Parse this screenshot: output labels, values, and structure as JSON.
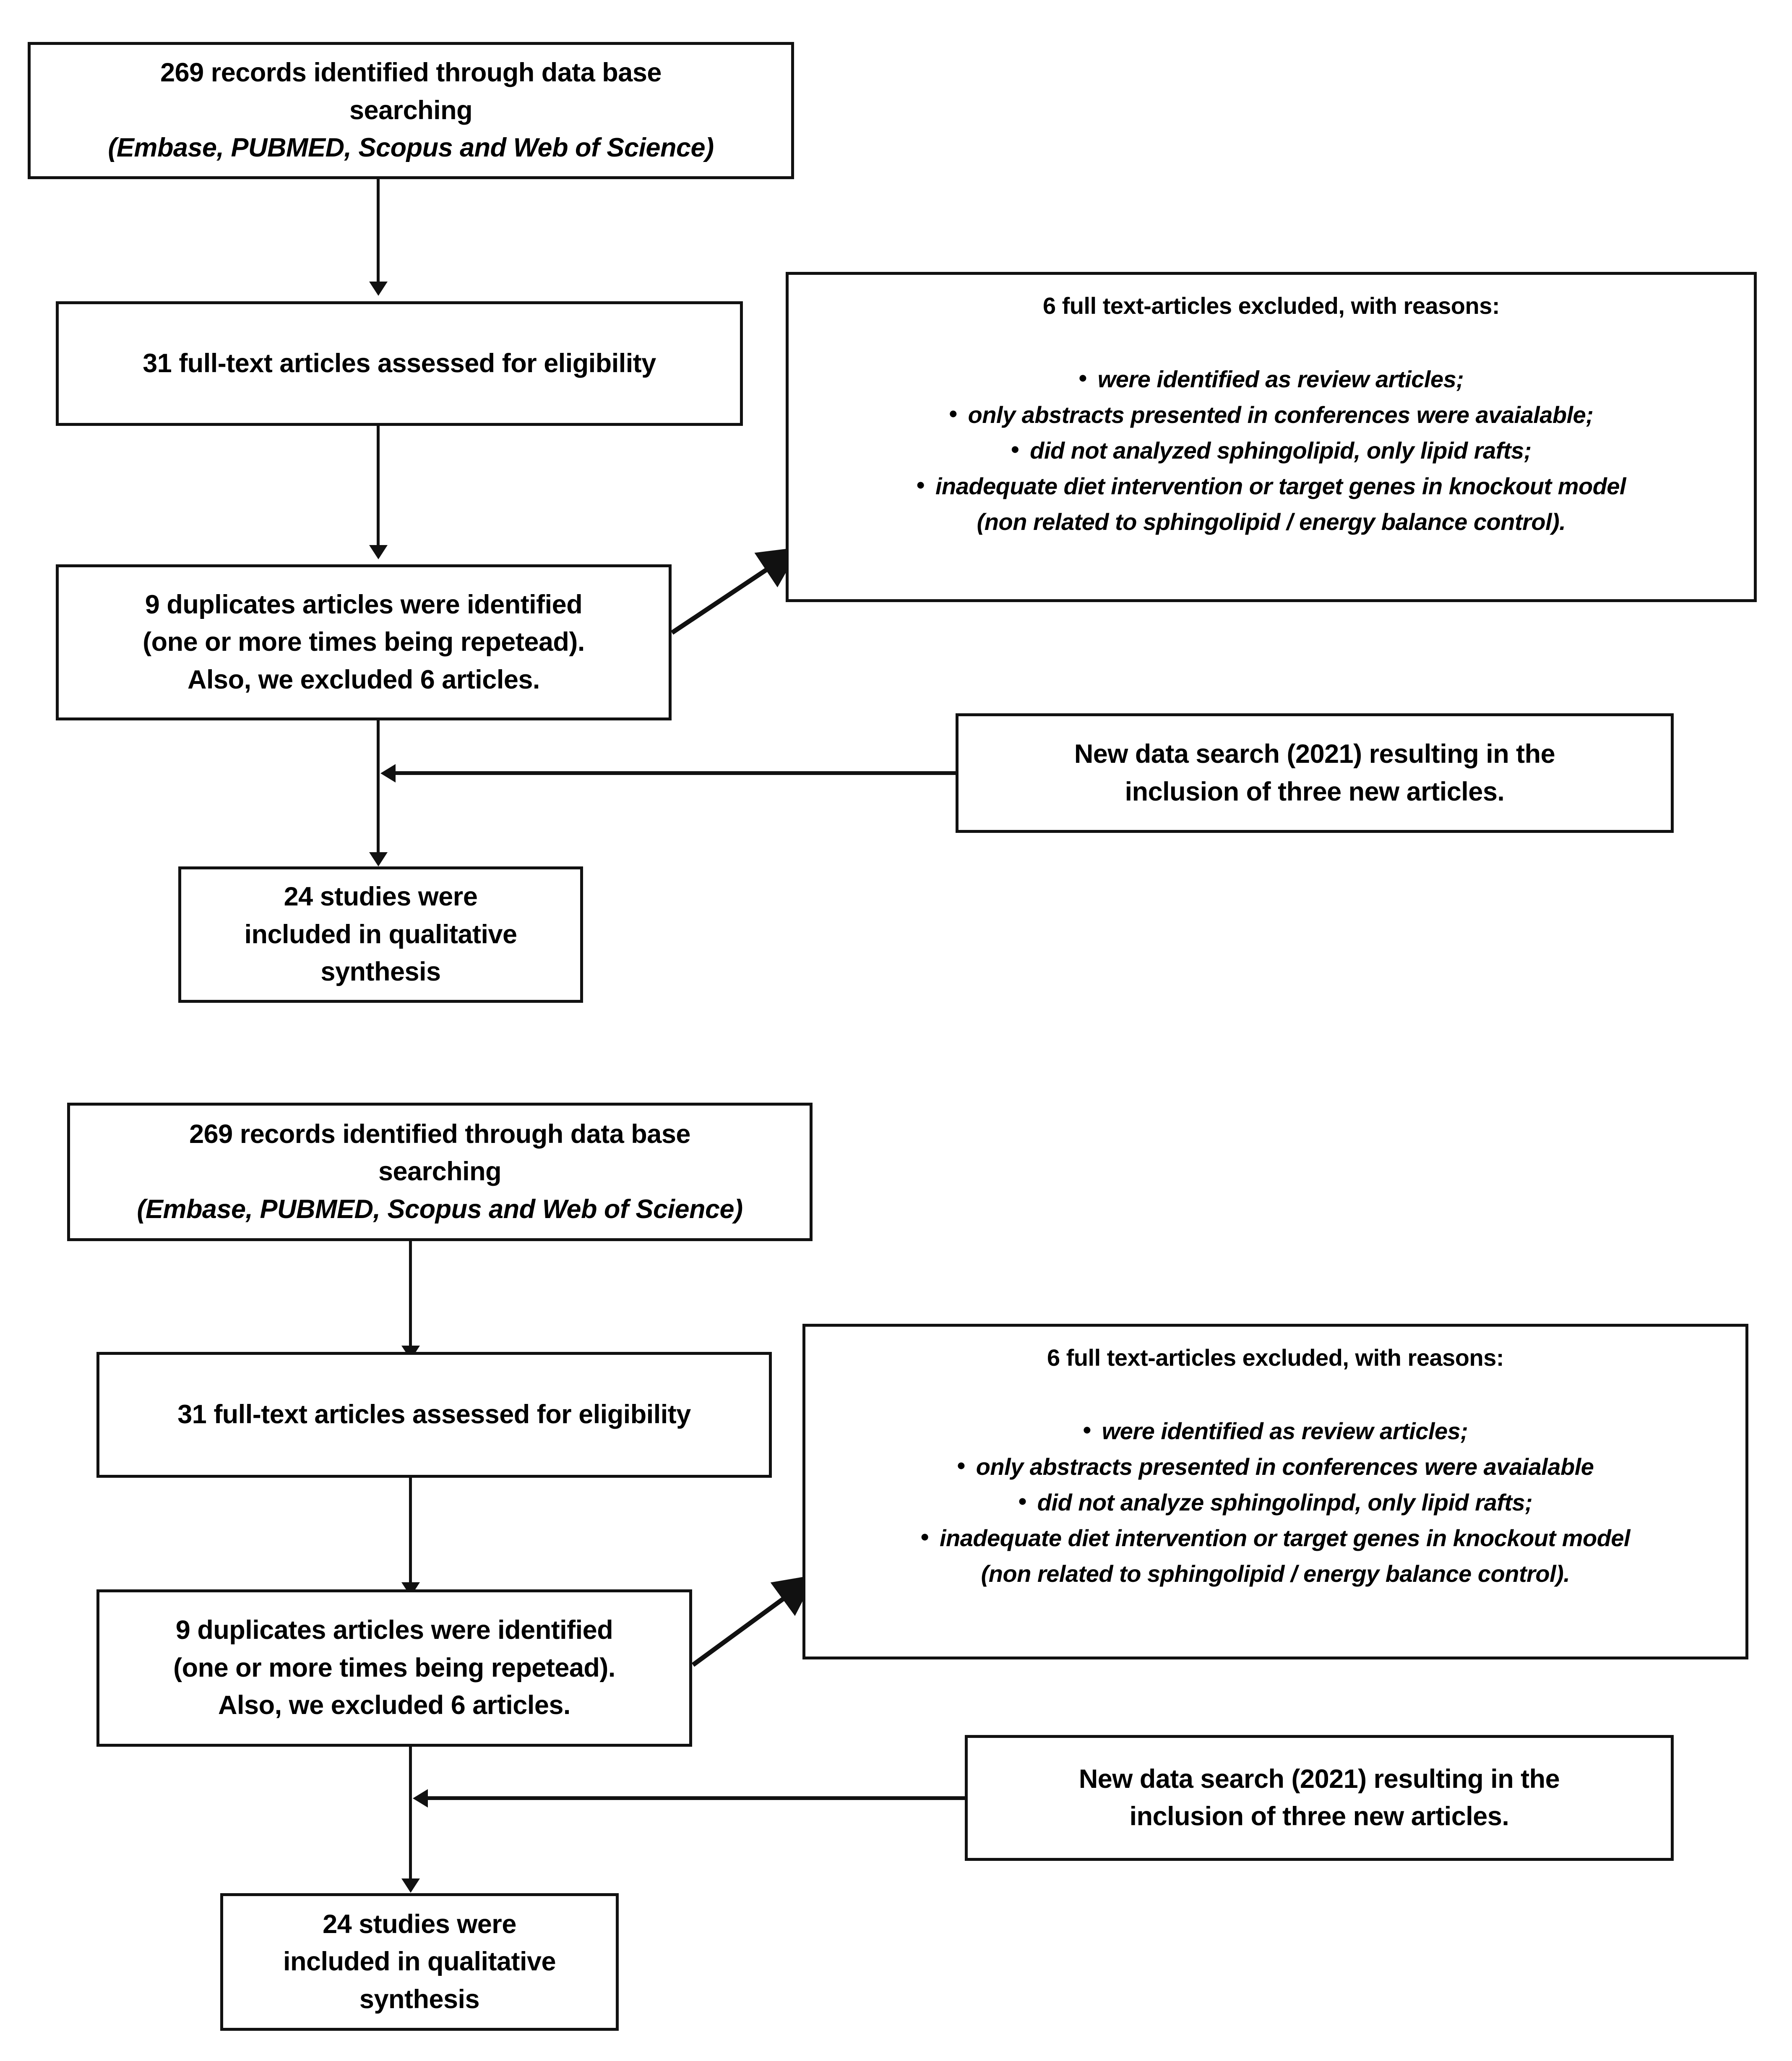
{
  "document": {
    "type": "PRISMA flow diagram",
    "sections": 2
  },
  "flow_top": {
    "records": {
      "line1": "269 records identified through data base",
      "line2": "searching",
      "line3": "(Embase, PUBMED, Scopus and Web of Science)"
    },
    "eligibility": {
      "line1": "31 full-text articles assessed for eligibility"
    },
    "duplicates": {
      "line1": "9 duplicates articles were identified",
      "line2": "(one or more times being repetead).",
      "line3": "Also, we excluded 6 articles."
    },
    "excluded": {
      "title": "6 full text-articles excluded, with reasons:",
      "reasons": [
        "were identified as review articles;",
        "only abstracts presented in conferences were avaialable;",
        "did not analyzed sphingolipid, only lipid rafts;",
        "inadequate diet intervention or target genes in knockout model",
        "(non related to sphingolipid / energy balance control)."
      ],
      "bullet_glyph": "•"
    },
    "new_search": {
      "line1": "New data search (2021) resulting in the",
      "line2": "inclusion of three new articles."
    },
    "included": {
      "line1": "24 studies were",
      "line2": "included in qualitative",
      "line3": "synthesis"
    }
  },
  "flow_bottom": {
    "records": {
      "line1": "269 records identified through data base",
      "line2": "searching",
      "line3": "(Embase, PUBMED, Scopus and Web of Science)"
    },
    "eligibility": {
      "line1": "31 full-text articles assessed for eligibility"
    },
    "duplicates": {
      "line1": "9 duplicates articles were identified",
      "line2": "(one or more times being repetead).",
      "line3": "Also, we excluded 6 articles."
    },
    "excluded": {
      "title": "6 full text-articles excluded, with reasons:",
      "reasons": [
        "were identified as review articles;",
        "only abstracts presented in conferences were avaialable",
        "did not analyze sphingolinpd, only lipid rafts;",
        "inadequate diet intervention or target genes in knockout model",
        "(non related to sphingolipid / energy balance control)."
      ],
      "bullet_glyph": "•"
    },
    "new_search": {
      "line1": "New data search (2021) resulting in the",
      "line2": "inclusion of three new articles."
    },
    "included": {
      "line1": "24 studies were",
      "line2": "included in qualitative",
      "line3": "synthesis"
    }
  },
  "style": {
    "stroke_color": "#111111",
    "background": "#ffffff",
    "text_color": "#000000"
  }
}
